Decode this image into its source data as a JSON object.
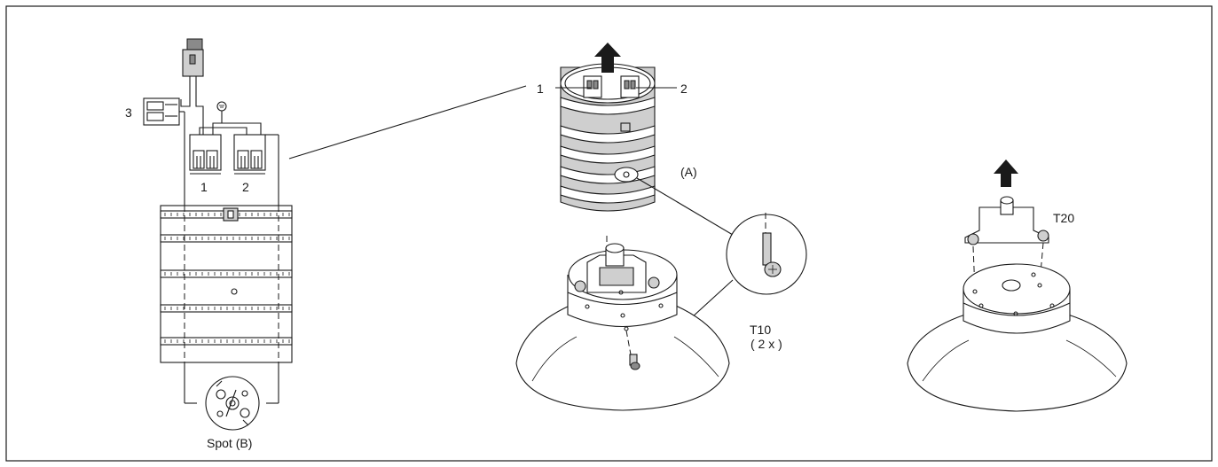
{
  "labels": {
    "connector_1_left": "1",
    "connector_2_left": "2",
    "connector_3": "3",
    "spot_prefix": "Spot (",
    "spot_letter": "B",
    "spot_suffix": ")",
    "connector_1_top": "1",
    "connector_2_top": "2",
    "driver_prefix": "(",
    "driver_letter": "A",
    "driver_suffix": ")",
    "screw_t10": "T10",
    "screw_count": "( 2 x )",
    "screw_t20": "T20"
  }
}
